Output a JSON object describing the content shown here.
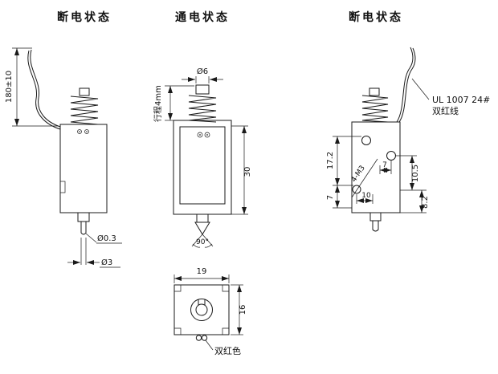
{
  "page": {
    "background": "#ffffff",
    "line_color": "#1a1a1a"
  },
  "views": {
    "left": {
      "title": "断电状态"
    },
    "middle": {
      "title": "通电状态"
    },
    "right": {
      "title": "断电状态"
    }
  },
  "dimensions": {
    "wire_length": "180±10",
    "plunger_top_dia": "Ø6",
    "stroke": "行程4mm",
    "frame_height": "30",
    "tip_pin_dia": "Ø0.3",
    "plunger_dia": "Ø3",
    "tip_angle": "90°",
    "base_width": "19",
    "base_depth": "16",
    "hole_offset_17_2": "17.2",
    "hole_offset_7_left": "7",
    "hole_pitch_7": "7",
    "hole_pitch_10": "10",
    "hole_offset_10_5": "10.5",
    "hole_offset_8_2": "8.2",
    "thread_spec": "4-M3"
  },
  "labels": {
    "wire_spec_line1": "UL 1007 24#",
    "wire_spec_line2": "双红线",
    "bottom_wire": "双红色"
  }
}
